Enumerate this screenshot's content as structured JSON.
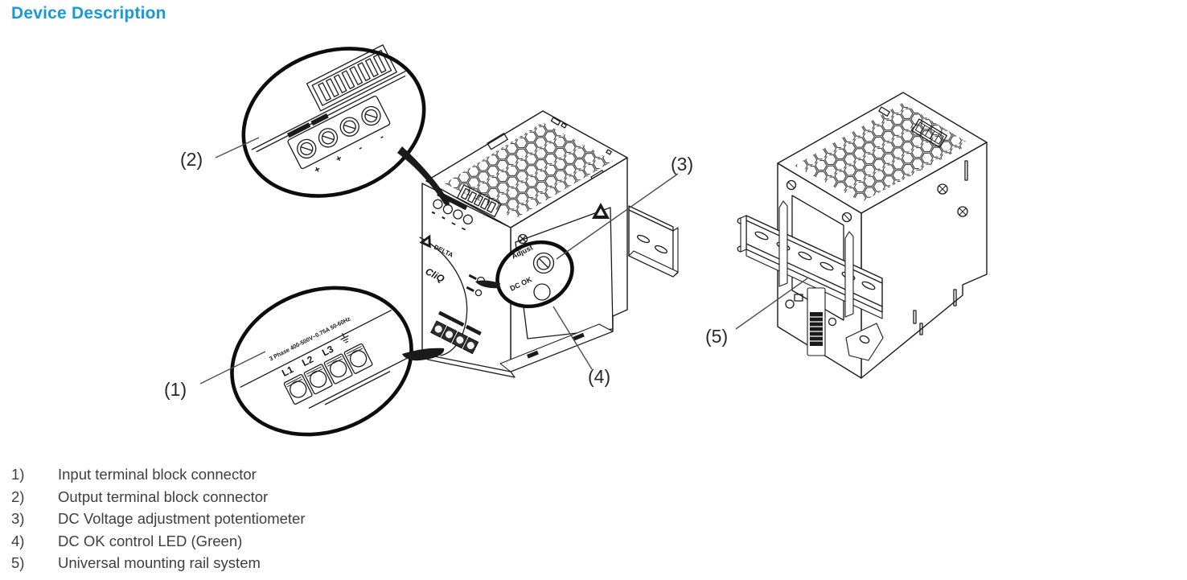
{
  "title": {
    "text": "Device Description",
    "color": "#189ad6"
  },
  "figure": {
    "callouts": [
      {
        "label": "(1)",
        "points_to": "input terminal block connector"
      },
      {
        "label": "(2)",
        "points_to": "output terminal block connector"
      },
      {
        "label": "(3)",
        "points_to": "DC voltage adjustment potentiometer"
      },
      {
        "label": "(4)",
        "points_to": "DC OK control LED"
      },
      {
        "label": "(5)",
        "points_to": "universal mounting rail system"
      }
    ],
    "markings": {
      "input_rating": "3 Phase 400-500V~0.75A 50-60Hz",
      "input_terminals": [
        "L1",
        "L2",
        "L3"
      ],
      "output_polarity": [
        "+",
        "+",
        "-",
        "-"
      ],
      "adjust_label": "Adjust",
      "dc_ok_label": "DC OK",
      "brand": "DELTA",
      "product_line": "CliQ"
    }
  },
  "legend": {
    "items": [
      {
        "number": "1)",
        "text": "Input terminal block connector"
      },
      {
        "number": "2)",
        "text": "Output terminal block connector"
      },
      {
        "number": "3)",
        "text": "DC Voltage adjustment potentiometer"
      },
      {
        "number": "4)",
        "text": "DC OK control LED (Green)"
      },
      {
        "number": "5)",
        "text": "Universal mounting rail system"
      }
    ]
  }
}
